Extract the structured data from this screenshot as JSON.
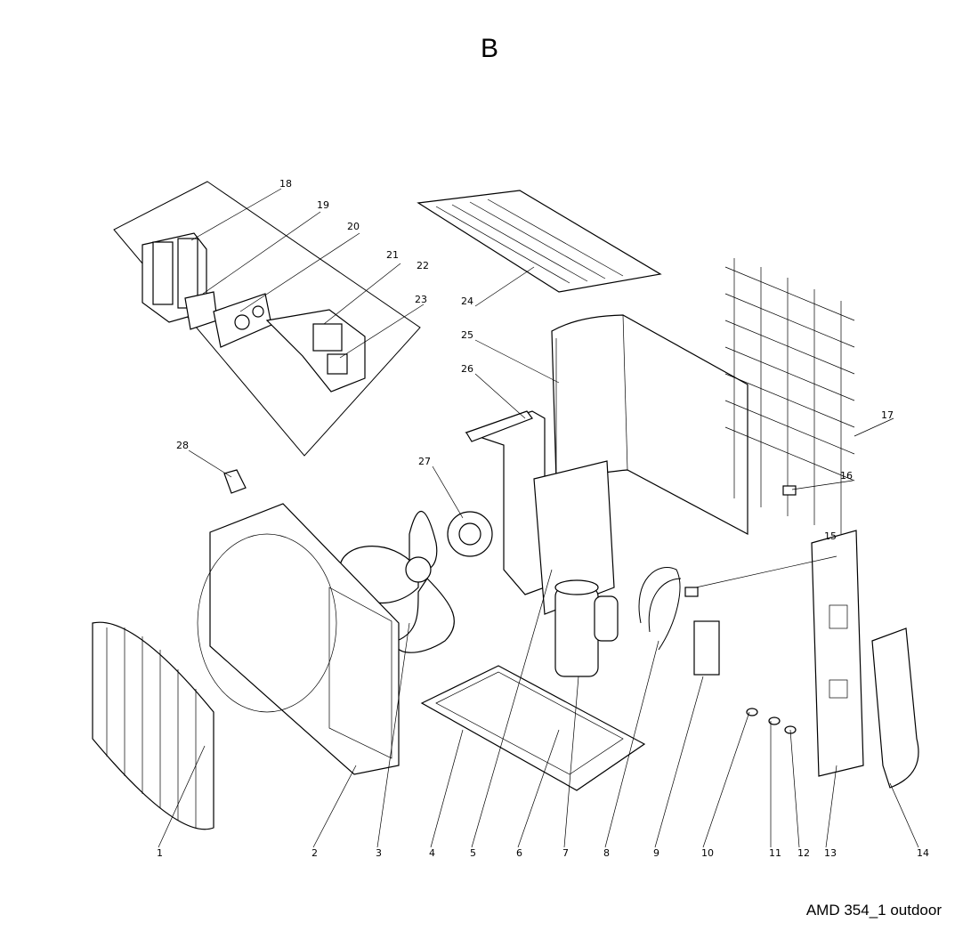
{
  "title": "B",
  "caption": "AMD 354_1 outdoor",
  "part_labels": [
    "1",
    "2",
    "3",
    "4",
    "5",
    "6",
    "7",
    "8",
    "9",
    "10",
    "11",
    "12",
    "13",
    "14",
    "15",
    "16",
    "17",
    "18",
    "19",
    "20",
    "21",
    "22",
    "23",
    "24",
    "25",
    "26",
    "27",
    "28"
  ]
}
